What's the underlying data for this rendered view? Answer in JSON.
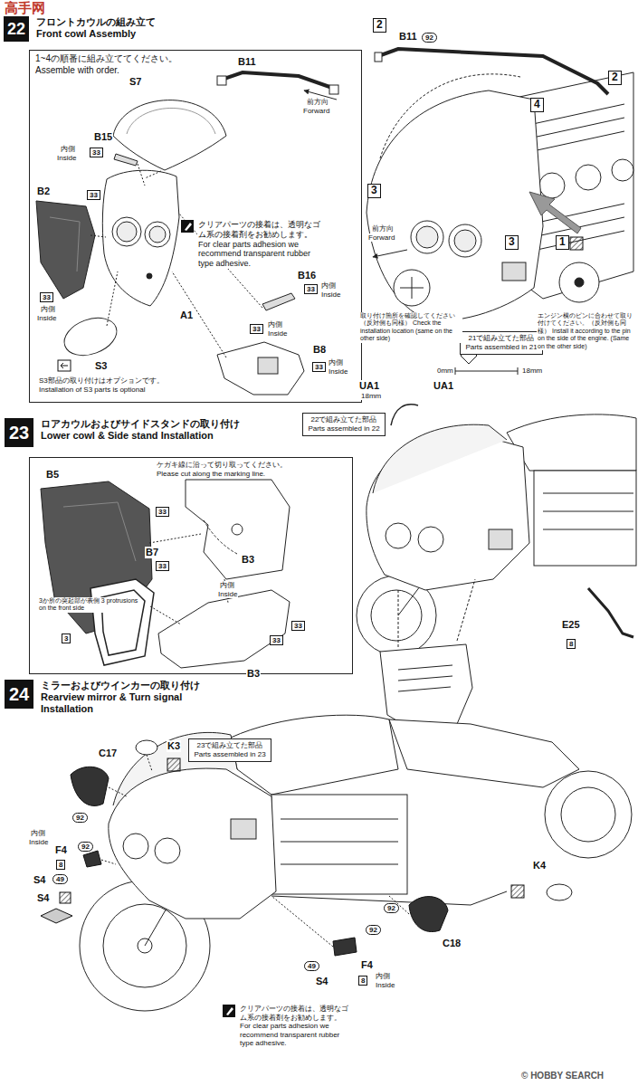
{
  "diagram": {
    "nodes": [
      {
        "text": [
          "22",
          "フロントカウルの組み立て Front cowl Assembly"
        ]
      },
      {
        "text": [
          "1~4の順番に組み立ててください。 Assemble with order."
        ]
      },
      {
        "text": [
          "21で組み立てた部品 Parts assembled in 21"
        ]
      },
      {
        "text": [
          "23",
          "ロアカウルおよびサイドスタンドの取り付け Lower cowl & Side stand Installation"
        ]
      },
      {
        "text": [
          "22で組み立てた部品 Parts assembled in 22"
        ]
      },
      {
        "text": [
          "ケガキ線に沿って切り取ってください。 Please cut along the marking line."
        ]
      },
      {
        "text": [
          "24",
          "ミラーおよびウインカーの取り付け Rearview mirror & Turn signal Installation"
        ]
      },
      {
        "text": [
          "23で組み立てた部品 Parts assembled in 23"
        ]
      }
    ],
    "labels": [
      "高手网",
      "S7",
      "B15",
      "33",
      "内側",
      "Inside",
      "B2",
      "33",
      "33",
      "内側",
      "Inside",
      "クリアパーツの接着は、透明なゴム系の接着剤をお勧めします。 For clear parts adhesion we recommend transparent rubber type adhesive.",
      "B16",
      "33",
      "内側",
      "Inside",
      "A1",
      "33",
      "内側",
      "Inside",
      "S3",
      "S3部品の取り付けはオプションです。 Installation of S3 parts is optional",
      "B8",
      "33",
      "内側",
      "Inside",
      "B11",
      "前方向",
      "Forward",
      "B11",
      "92",
      "2",
      "2",
      "4",
      "3",
      "前方向",
      "Forward",
      "3",
      "1",
      "取り付け箇所を確認してください（反対側も同様） Check the installation location (same on the other side)",
      "エンジン横のピンに合わせて取り付けてください。（反対側も同様） Install it according to the pin on the side of the engine. (Same on the other side)",
      "UA1",
      "18mm",
      "UA1",
      "0mm",
      "18mm",
      "B5",
      "33",
      "B7",
      "33",
      "3",
      "3か所の突起部が表側 3 protrusions on the front side",
      "内側",
      "Inside",
      "B3",
      "33",
      "33",
      "B3",
      "E25",
      "8",
      "C17",
      "92",
      "K3",
      "内側",
      "Inside",
      "F4",
      "92",
      "8",
      "S4",
      "49",
      "S4",
      "K4",
      "92",
      "C18",
      "92",
      "F4",
      "8",
      "内側",
      "Inside",
      "49",
      "S4",
      "クリアパーツの接着は、透明なゴム系の接着剤をお勧めします。 For clear parts adhesion we recommend transparent rubber type adhesive.",
      "© HOBBY SEARCH"
    ]
  }
}
